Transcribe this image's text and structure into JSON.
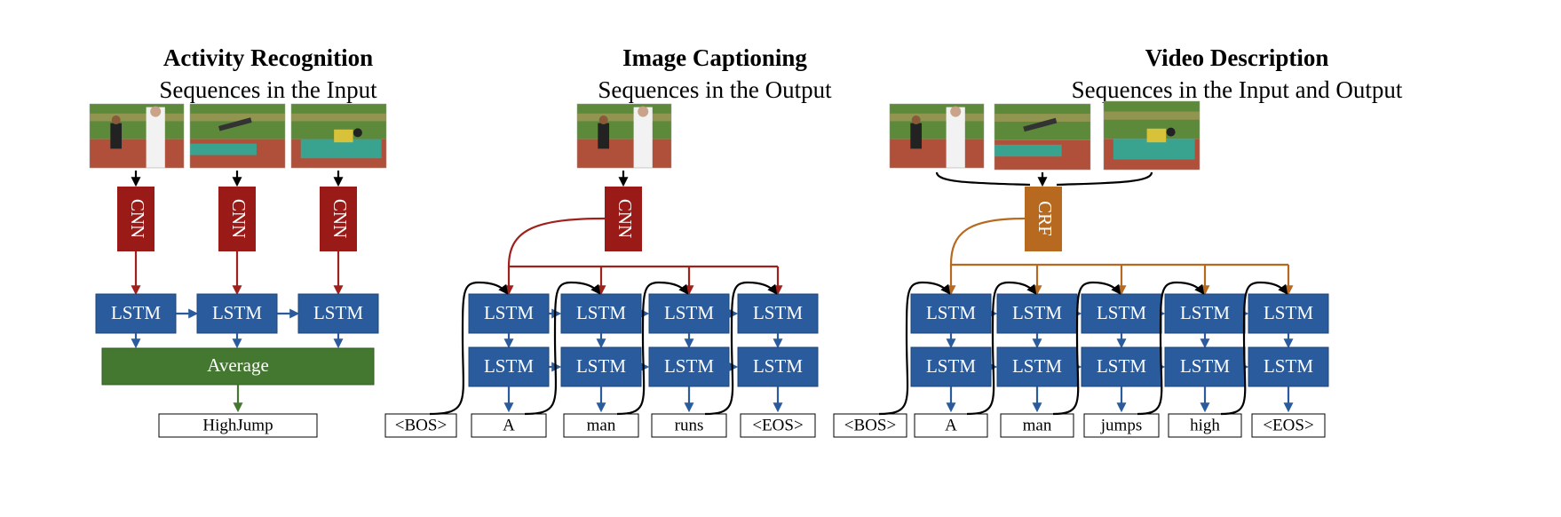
{
  "colors": {
    "lstm": "#2a5b9c",
    "lstm_stroke": "#1d4478",
    "cnn": "#991a17",
    "crf": "#b76a1f",
    "average": "#447830",
    "arrow_black": "#000000",
    "arrow_blue": "#2a5b9c",
    "arrow_red": "#a0201c",
    "arrow_orange": "#b76a1f",
    "arrow_green": "#447830",
    "track": "#b0503a",
    "grass": "#5d8a3a",
    "mat": "#3aa38f"
  },
  "panels": {
    "activity": {
      "title": "Activity Recognition",
      "subtitle": "Sequences in the Input",
      "cnn_label": "CNN",
      "lstm_label": "LSTM",
      "average_label": "Average",
      "output_label": "HighJump",
      "frames": [
        "frame-1",
        "frame-2",
        "frame-3"
      ]
    },
    "captioning": {
      "title": "Image Captioning",
      "subtitle": "Sequences in the Output",
      "cnn_label": "CNN",
      "lstm_label": "LSTM",
      "words": [
        "<BOS>",
        "A",
        "man",
        "runs",
        "<EOS>"
      ]
    },
    "video": {
      "title": "Video Description",
      "subtitle": "Sequences in the Input and Output",
      "crf_label": "CRF",
      "lstm_label": "LSTM",
      "words": [
        "<BOS>",
        "A",
        "man",
        "jumps",
        "high",
        "<EOS>"
      ]
    }
  }
}
